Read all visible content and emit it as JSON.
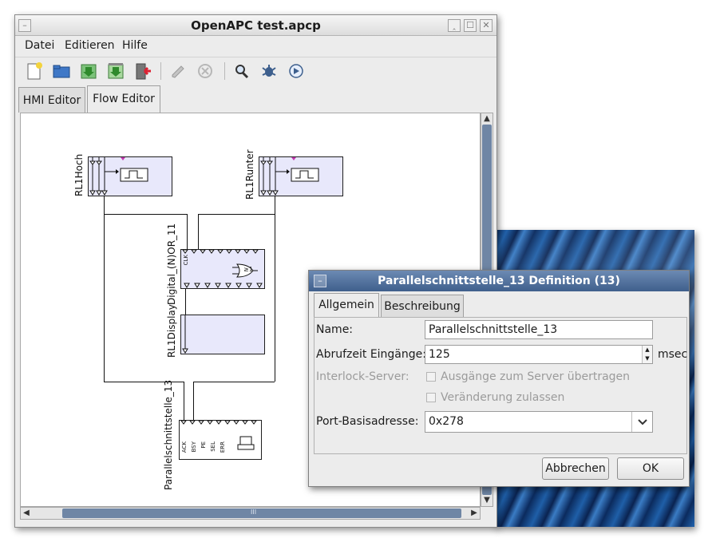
{
  "window": {
    "title": "OpenAPC test.apcp"
  },
  "menu": {
    "items": [
      "Datei",
      "Editieren",
      "Hilfe"
    ]
  },
  "toolbar": {
    "icons": [
      "new-file-icon",
      "open-folder-icon",
      "save-icon",
      "save-as-icon",
      "exit-icon",
      "pencil-icon",
      "cancel-icon",
      "search-icon",
      "debug-icon",
      "play-icon"
    ]
  },
  "tabs": [
    {
      "label": "HMI Editor"
    },
    {
      "label": "Flow Editor",
      "active": true
    }
  ],
  "flow": {
    "blocks": [
      {
        "label": "RL1Hoch"
      },
      {
        "label": "RL1Runter"
      },
      {
        "label": "Digital_(N)OR_11",
        "pin": "CLK",
        "gate_symbol": "≥1"
      },
      {
        "label": "RL1Display"
      },
      {
        "label": "Parallelschnittstelle_13",
        "pins": [
          "ACK",
          "BSY",
          "PE",
          "SEL",
          "ERR"
        ]
      }
    ],
    "scroll_arrows": {
      "up": "▲",
      "down": "▼",
      "left": "◀",
      "right": "▶",
      "grip": "III"
    }
  },
  "dialog": {
    "title": "Parallelschnittstelle_13 Definition (13)",
    "tabs": [
      {
        "label": "Allgemein",
        "active": true
      },
      {
        "label": "Beschreibung"
      }
    ],
    "name_label": "Name:",
    "name_value": "Parallelschnittstelle_13",
    "poll_label": "Abrufzeit Eingänge:",
    "poll_value": "125",
    "poll_unit": "msec",
    "interlock_label": "Interlock-Server:",
    "cb_send_label": "Ausgänge zum Server übertragen",
    "cb_allow_label": "Veränderung zulassen",
    "port_label": "Port-Basisadresse:",
    "port_value": "0x278",
    "cancel_label": "Abbrechen",
    "ok_label": "OK"
  }
}
